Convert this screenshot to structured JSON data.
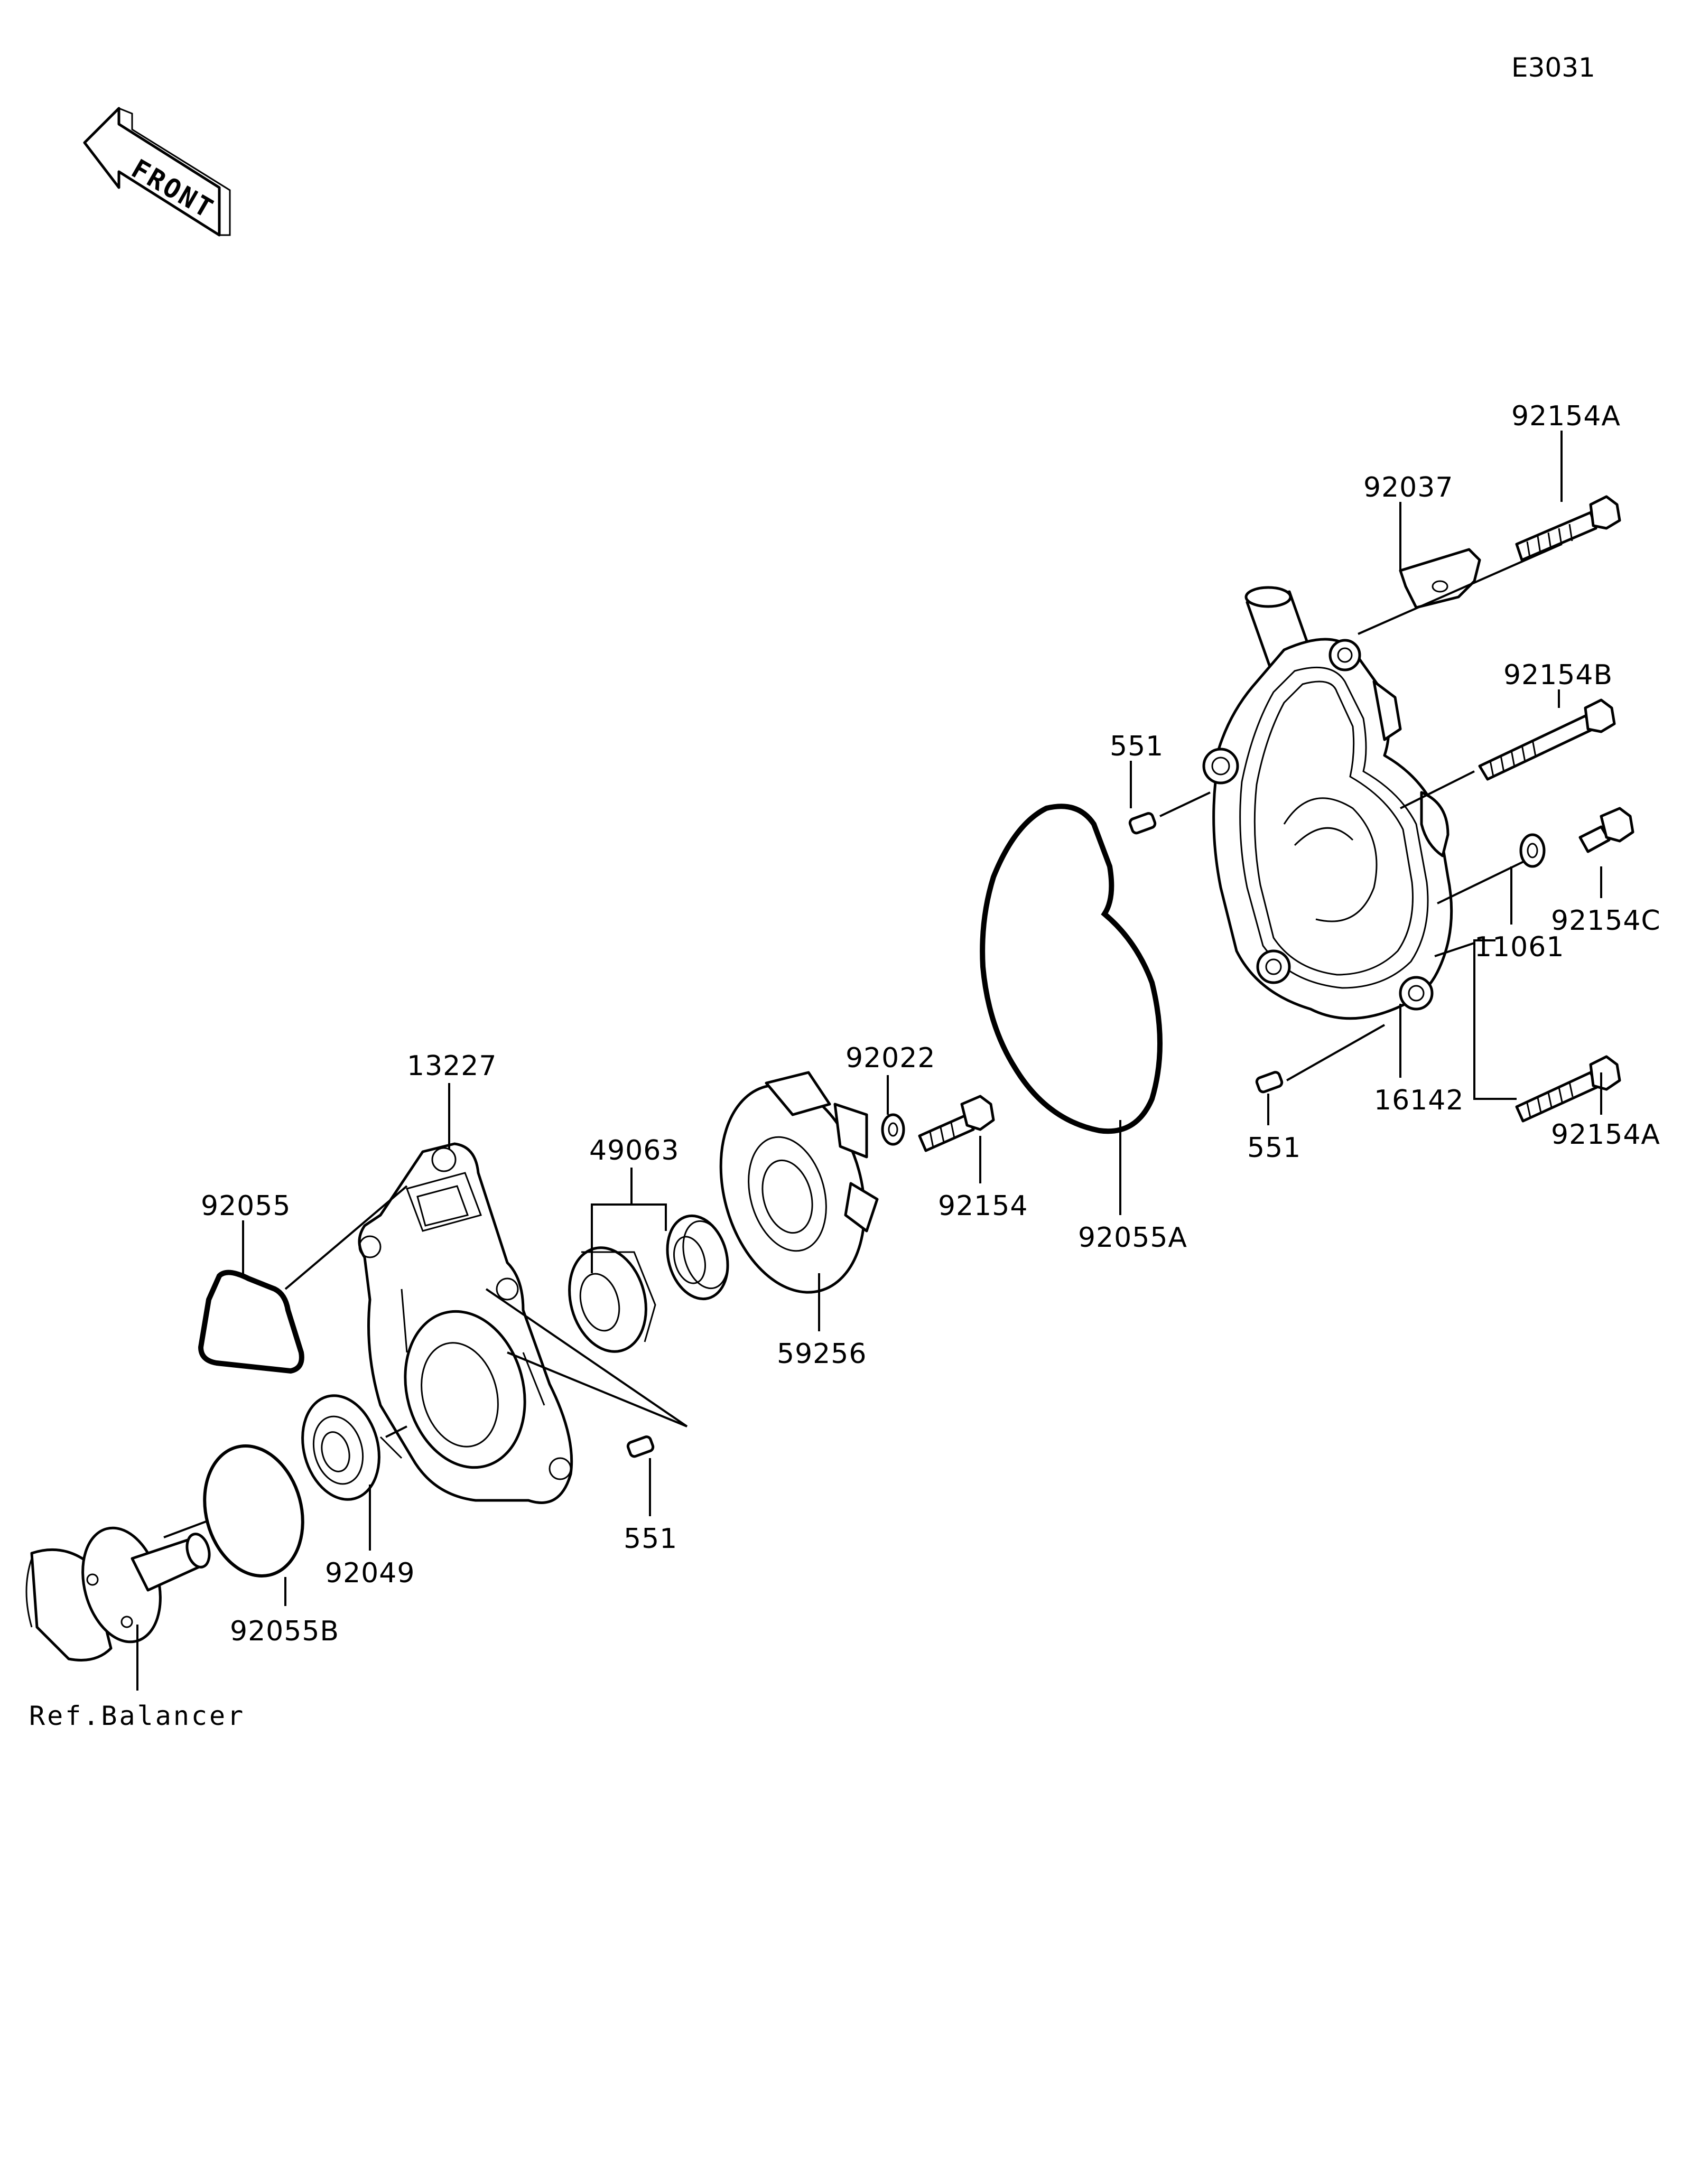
{
  "diagram_code": "E3031",
  "front_arrow_text": "FRONT",
  "ref_label": "Ref.Balancer",
  "parts": {
    "p92154A_top": "92154A",
    "p92037": "92037",
    "p92154B": "92154B",
    "p551_top": "551",
    "p92154C": "92154C",
    "p11061": "11061",
    "p92154A_bottom": "92154A",
    "p16142": "16142",
    "p551_mid": "551",
    "p92022": "92022",
    "p92154": "92154",
    "p92055A": "92055A",
    "p13227": "13227",
    "p49063": "49063",
    "p92055": "92055",
    "p59256": "59256",
    "p551_bottom": "551",
    "p92049": "92049",
    "p92055B": "92055B"
  }
}
